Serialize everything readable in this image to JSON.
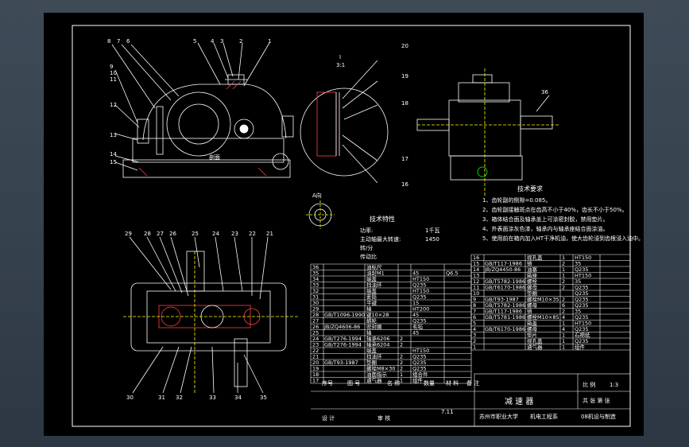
{
  "colors": {
    "background": "#3a4551",
    "drawing_bg": "#000000",
    "line": "#ffffff",
    "dim": "#00ffff",
    "hidden": "#ff0000",
    "text": "#ffffff"
  },
  "front_view": {
    "balloons": [
      "8",
      "7",
      "6",
      "5",
      "4",
      "3",
      "2",
      "1"
    ],
    "left_balloons": [
      "9",
      "10",
      "11",
      "12",
      "13",
      "14",
      "15"
    ],
    "zone_label": "剖面"
  },
  "detail_view": {
    "label_top": "I",
    "label_bottom": "3:1",
    "balloons": [
      "20",
      "19",
      "18",
      "17",
      "16"
    ]
  },
  "side_view": {
    "balloons": [
      "36"
    ]
  },
  "section_label": "A向",
  "top_view": {
    "top_balloons": [
      "29",
      "28",
      "27",
      "26",
      "25",
      "24",
      "23",
      "22",
      "21"
    ],
    "bottom_balloons": [
      "30",
      "31",
      "32",
      "33",
      "34",
      "35"
    ]
  },
  "tech_char": {
    "title": "技术特性",
    "rows": [
      {
        "k": "功率:",
        "v": "1千瓦"
      },
      {
        "k": "主动轴最大转速:",
        "v": "1450"
      },
      {
        "k": "转/分",
        "v": ""
      },
      {
        "k": "传动比",
        "v": ""
      }
    ]
  },
  "tech_req": {
    "title": "技术要求",
    "items": [
      "1、齿轮副的侧隙=0.085。",
      "2、齿轮副接触斑点在齿高不小于40%，齿长不小于50%。",
      "3、箱体结合面及轴承盖上可涂密封胶，禁用垫片。",
      "4、外表面涂灰色漆，轴承内与轴承座结合面涂油。",
      "5、使用前在箱内加入HT干净机油，使大齿轮浸到齿根浸入油中。"
    ]
  },
  "bom_left": [
    {
      "no": "36",
      "code": "",
      "name": "油标尺",
      "qty": "",
      "mat": "",
      "note": ""
    },
    {
      "no": "35",
      "code": "",
      "name": "油封M1",
      "qty": "",
      "mat": "45",
      "note": "Q6.5"
    },
    {
      "no": "34",
      "code": "",
      "name": "端盖",
      "qty": "",
      "mat": "HT150",
      "note": ""
    },
    {
      "no": "33",
      "code": "",
      "name": "挡油环",
      "qty": "",
      "mat": "Q235",
      "note": ""
    },
    {
      "no": "32",
      "code": "",
      "name": "端盖",
      "qty": "",
      "mat": "HT150",
      "note": ""
    },
    {
      "no": "31",
      "code": "",
      "name": "套筒",
      "qty": "",
      "mat": "Q235",
      "note": ""
    },
    {
      "no": "30",
      "code": "",
      "name": "平键",
      "qty": "",
      "mat": "15",
      "note": ""
    },
    {
      "no": "29",
      "code": "",
      "name": "轴",
      "qty": "",
      "mat": "HT200",
      "note": ""
    },
    {
      "no": "28",
      "code": "GB/T1096-1990",
      "name": "键10×28",
      "qty": "",
      "mat": "45",
      "note": ""
    },
    {
      "no": "27",
      "code": "",
      "name": "蜗轮",
      "qty": "",
      "mat": "Q235",
      "note": ""
    },
    {
      "no": "26",
      "code": "JB/ZQ4606-86",
      "name": "密封圈",
      "qty": "",
      "mat": "毛毡",
      "note": ""
    },
    {
      "no": "25",
      "code": "",
      "name": "轴",
      "qty": "",
      "mat": "45",
      "note": ""
    },
    {
      "no": "24",
      "code": "GB/T276-1994",
      "name": "轴承6206",
      "qty": "2",
      "mat": "",
      "note": ""
    },
    {
      "no": "23",
      "code": "GB/T276-1994",
      "name": "轴承6204",
      "qty": "2",
      "mat": "",
      "note": ""
    },
    {
      "no": "22",
      "code": "",
      "name": "端盖",
      "qty": "",
      "mat": "HT150",
      "note": ""
    },
    {
      "no": "21",
      "code": "",
      "name": "挡油环",
      "qty": "2",
      "mat": "Q235",
      "note": ""
    },
    {
      "no": "20",
      "code": "GB/T93-1987",
      "name": "垫圈",
      "qty": "2",
      "mat": "Q235",
      "note": ""
    },
    {
      "no": "19",
      "code": "",
      "name": "螺栓M8×30",
      "qty": "2",
      "mat": "Q235",
      "note": ""
    },
    {
      "no": "18",
      "code": "",
      "name": "油面指示",
      "qty": "1",
      "mat": "组合件",
      "note": ""
    },
    {
      "no": "17",
      "code": "",
      "name": "通气器",
      "qty": "1",
      "mat": "组件",
      "note": ""
    }
  ],
  "bom_right": [
    {
      "no": "16",
      "code": "",
      "name": "视孔盖",
      "qty": "1",
      "mat": "HT150"
    },
    {
      "no": "15",
      "code": "GB/T117-1986",
      "name": "销",
      "qty": "2",
      "mat": "35"
    },
    {
      "no": "14",
      "code": "JB/ZQ4450-86",
      "name": "油塞",
      "qty": "1",
      "mat": "Q235"
    },
    {
      "no": "13",
      "code": "",
      "name": "箱座",
      "qty": "1",
      "mat": "HT150"
    },
    {
      "no": "12",
      "code": "GB/T5782-1986",
      "name": "螺栓",
      "qty": "2",
      "mat": "35"
    },
    {
      "no": "11",
      "code": "GB/T6170-1986",
      "name": "螺母",
      "qty": "2",
      "mat": "Q235"
    },
    {
      "no": "10",
      "code": "",
      "name": "垫圈",
      "qty": "",
      "mat": "Q235"
    },
    {
      "no": "9",
      "code": "GB/T93-1987",
      "name": "螺栓M10×35",
      "qty": "2",
      "mat": "Q235"
    },
    {
      "no": "8",
      "code": "GB/T5782-1986",
      "name": "螺母",
      "qty": "6",
      "mat": "Q235"
    },
    {
      "no": "7",
      "code": "GB/T117-1986",
      "name": "销",
      "qty": "2",
      "mat": "35"
    },
    {
      "no": "6",
      "code": "GB/T5781-1986",
      "name": "螺栓M10×85",
      "qty": "4",
      "mat": "Q235"
    },
    {
      "no": "5",
      "code": "",
      "name": "箱盖",
      "qty": "1",
      "mat": "HT150"
    },
    {
      "no": "4",
      "code": "GB/T6170-1986",
      "name": "螺母",
      "qty": "4",
      "mat": "Q235"
    },
    {
      "no": "3",
      "code": "",
      "name": "垫片",
      "qty": "1",
      "mat": "石棉纸"
    },
    {
      "no": "2",
      "code": "",
      "name": "视孔盖",
      "qty": "1",
      "mat": "Q235"
    },
    {
      "no": "1",
      "code": "",
      "name": "通气器",
      "qty": "1",
      "mat": "组件"
    }
  ],
  "title_block": {
    "header": [
      "序号",
      "图 号",
      "名 称",
      "数量",
      "材 料",
      "备 注"
    ],
    "drawing_name": "减 速 器",
    "scale_label": "比 例",
    "scale": "1:3",
    "sheet": "共 张 第 张",
    "school": "苏州市职业大学",
    "dept": "机电工程系",
    "class": "08机设与制造",
    "design": "设 计",
    "check": "审 核",
    "date": "7.11"
  }
}
